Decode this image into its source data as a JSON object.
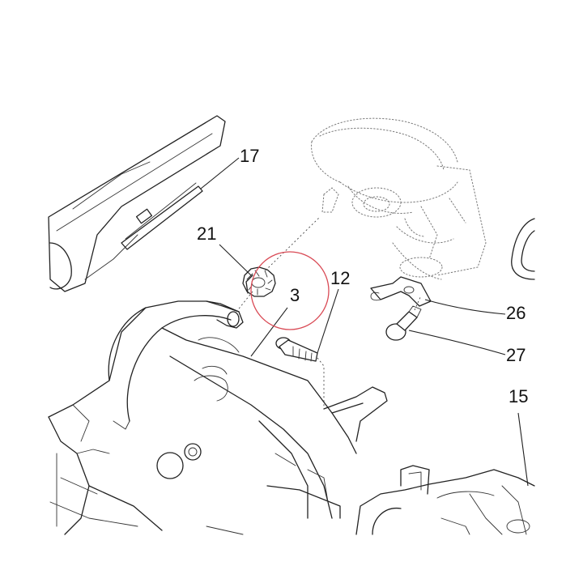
{
  "callouts": {
    "c17": "17",
    "c21": "21",
    "c3": "3",
    "c12": "12",
    "c26": "26",
    "c27": "27",
    "c15": "15"
  },
  "colors": {
    "line": "#222222",
    "highlight_circle": "#d94a55",
    "background": "#ffffff"
  }
}
